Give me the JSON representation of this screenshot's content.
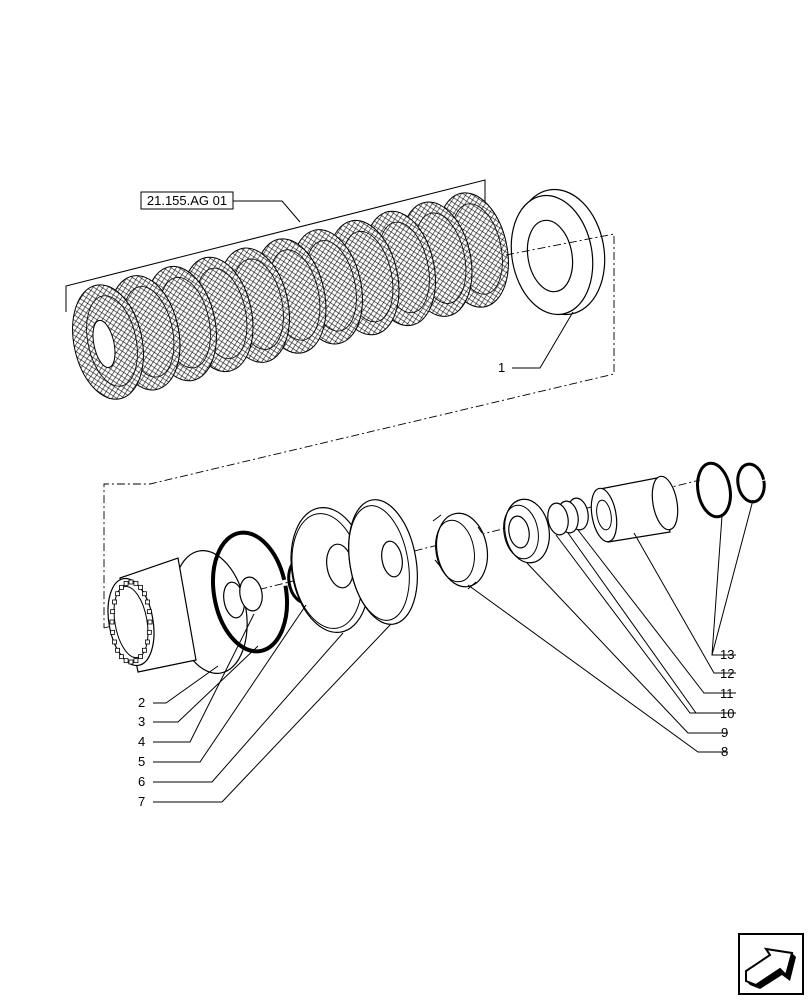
{
  "reference_box": {
    "label": "21.155.AG 01"
  },
  "callouts": [
    {
      "id": "1",
      "label": "1"
    },
    {
      "id": "2",
      "label": "2"
    },
    {
      "id": "3",
      "label": "3"
    },
    {
      "id": "4",
      "label": "4"
    },
    {
      "id": "5",
      "label": "5"
    },
    {
      "id": "6",
      "label": "6"
    },
    {
      "id": "7",
      "label": "7"
    },
    {
      "id": "8",
      "label": "8"
    },
    {
      "id": "9",
      "label": "9"
    },
    {
      "id": "10",
      "label": "10"
    },
    {
      "id": "11",
      "label": "11"
    },
    {
      "id": "12",
      "label": "12"
    },
    {
      "id": "13",
      "label": "13"
    }
  ],
  "nav_button": {
    "icon": "next-page-arrow-icon"
  }
}
